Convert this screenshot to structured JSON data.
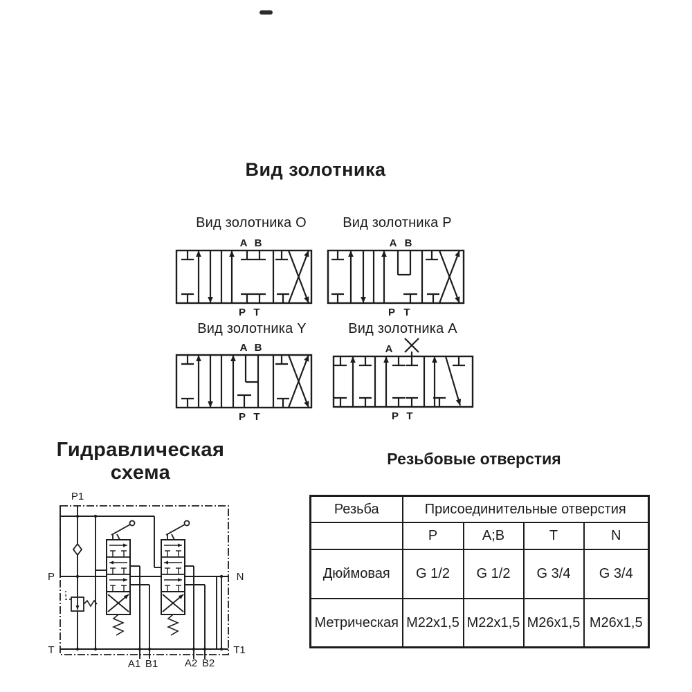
{
  "colors": {
    "ink": "#1c1c1c"
  },
  "main_title": "Вид золотника",
  "spools": [
    {
      "type": "O",
      "title": "Вид золотника O",
      "top_ports": [
        "A",
        "B"
      ],
      "bottom_ports": [
        "P",
        "T"
      ]
    },
    {
      "type": "P",
      "title": "Вид золотника P",
      "top_ports": [
        "A",
        "B"
      ],
      "bottom_ports": [
        "P",
        "T"
      ]
    },
    {
      "type": "Y",
      "title": "Вид золотника Y",
      "top_ports": [
        "A",
        "B"
      ],
      "bottom_ports": [
        "P",
        "T"
      ]
    },
    {
      "type": "A",
      "title": "Вид золотника A",
      "top_ports": [
        "A"
      ],
      "plugged_port": "B",
      "bottom_ports": [
        "P",
        "T"
      ]
    }
  ],
  "schematic": {
    "title_line1": "Гидравлическая",
    "title_line2": "схема",
    "labels": {
      "p1": "P1",
      "p": "P",
      "t": "T",
      "n": "N",
      "t1": "T1",
      "a1": "A1",
      "b1": "B1",
      "a2": "A2",
      "b2": "B2"
    }
  },
  "thread_table": {
    "title": "Резьбовые отверстия",
    "row_header": "Резьба",
    "group_header": "Присоединительные отверстия",
    "port_columns": [
      "P",
      "A;B",
      "T",
      "N"
    ],
    "rows": [
      {
        "label": "Дюймовая",
        "values": [
          "G 1/2",
          "G 1/2",
          "G 3/4",
          "G 3/4"
        ]
      },
      {
        "label": "Метрическая",
        "values": [
          "M22x1,5",
          "M22x1,5",
          "M26x1,5",
          "M26x1,5"
        ]
      }
    ]
  }
}
